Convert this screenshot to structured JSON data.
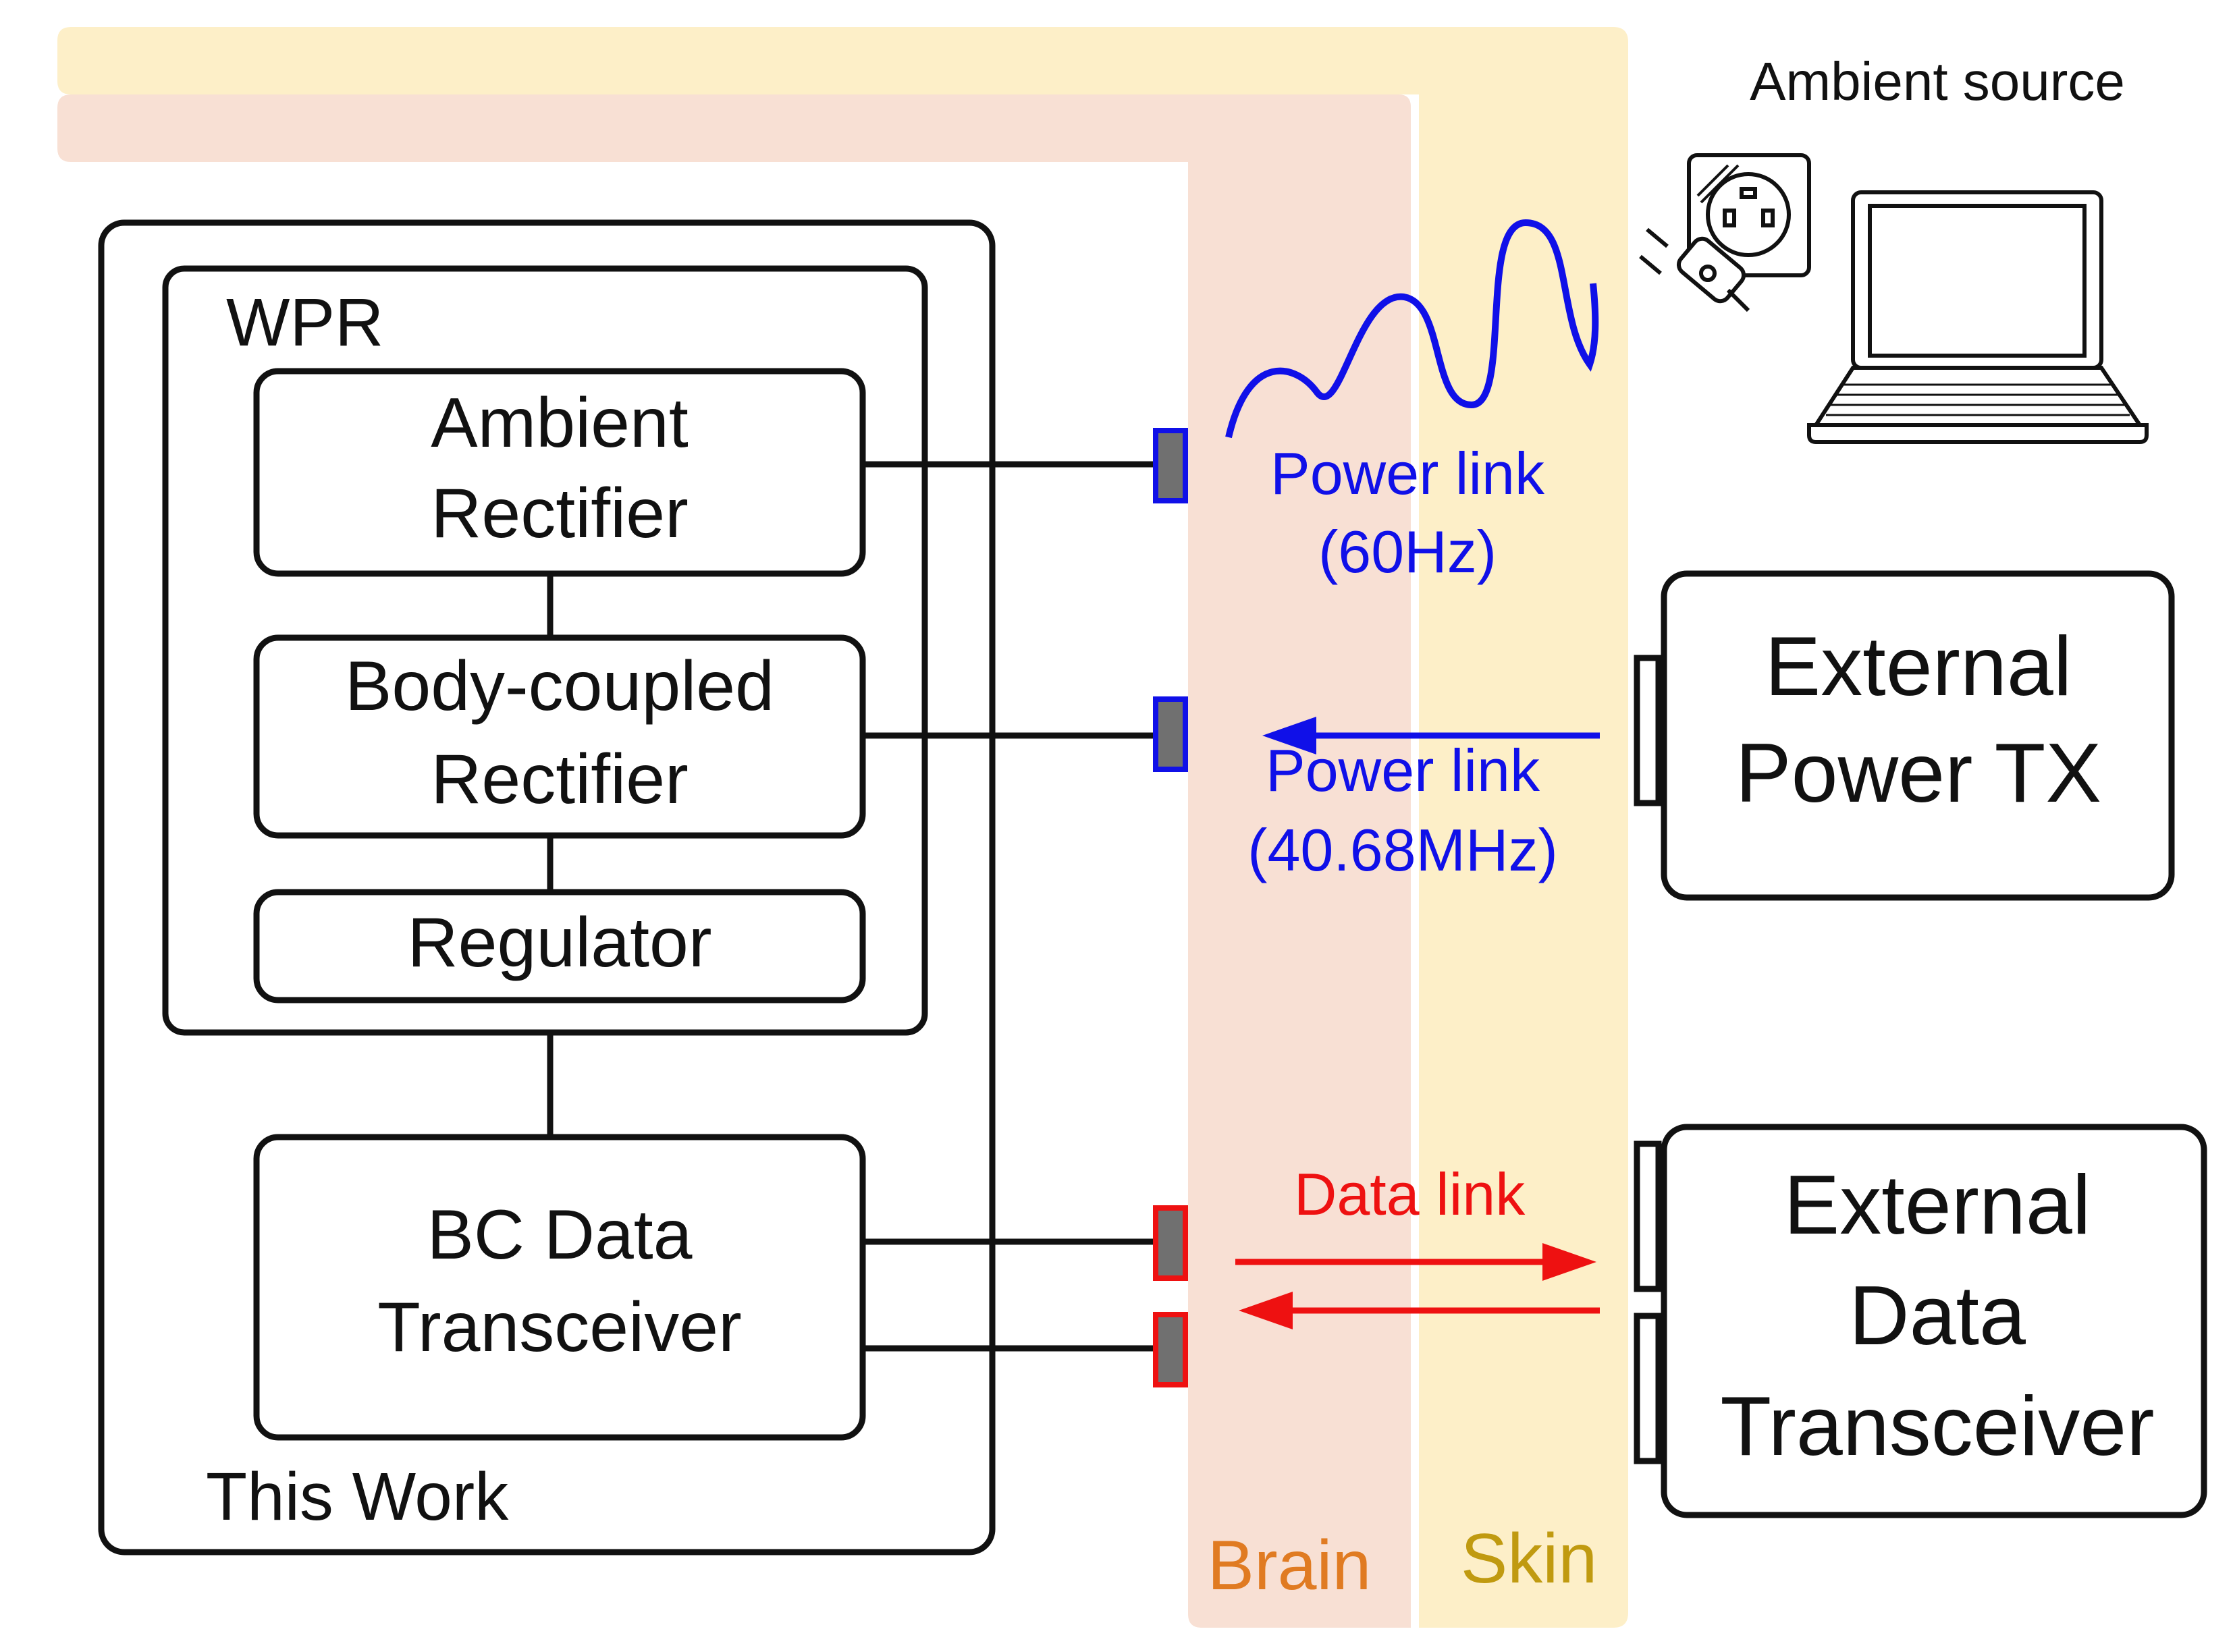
{
  "colors": {
    "brain": "#f8e0d4",
    "skin": "#fdefc8",
    "brain_text": "#e07b22",
    "skin_text": "#c09a10",
    "power": "#1010e8",
    "data": "#ee1111",
    "electrode_fill": "#707070",
    "line": "#111111"
  },
  "labels": {
    "wpr": "WPR",
    "ambient_rectifier": [
      "Ambient",
      "Rectifier"
    ],
    "body_coupled_rectifier": [
      "Body-coupled",
      "Rectifier"
    ],
    "regulator": "Regulator",
    "bc_data_transceiver": [
      "BC Data",
      "Transceiver"
    ],
    "this_work": "This Work",
    "ambient_source": "Ambient source",
    "external_power_tx": [
      "External",
      "Power TX"
    ],
    "external_data_transceiver": [
      "External",
      "Data",
      "Transceiver"
    ],
    "power_link_60": [
      "Power link",
      "(60Hz)"
    ],
    "power_link_4068": [
      "Power link",
      "(40.68MHz)"
    ],
    "data_link": "Data link",
    "brain": "Brain",
    "skin": "Skin"
  },
  "icons": [
    "wall-outlet-icon",
    "power-plug-icon",
    "laptop-icon",
    "sine-wave-icon"
  ]
}
